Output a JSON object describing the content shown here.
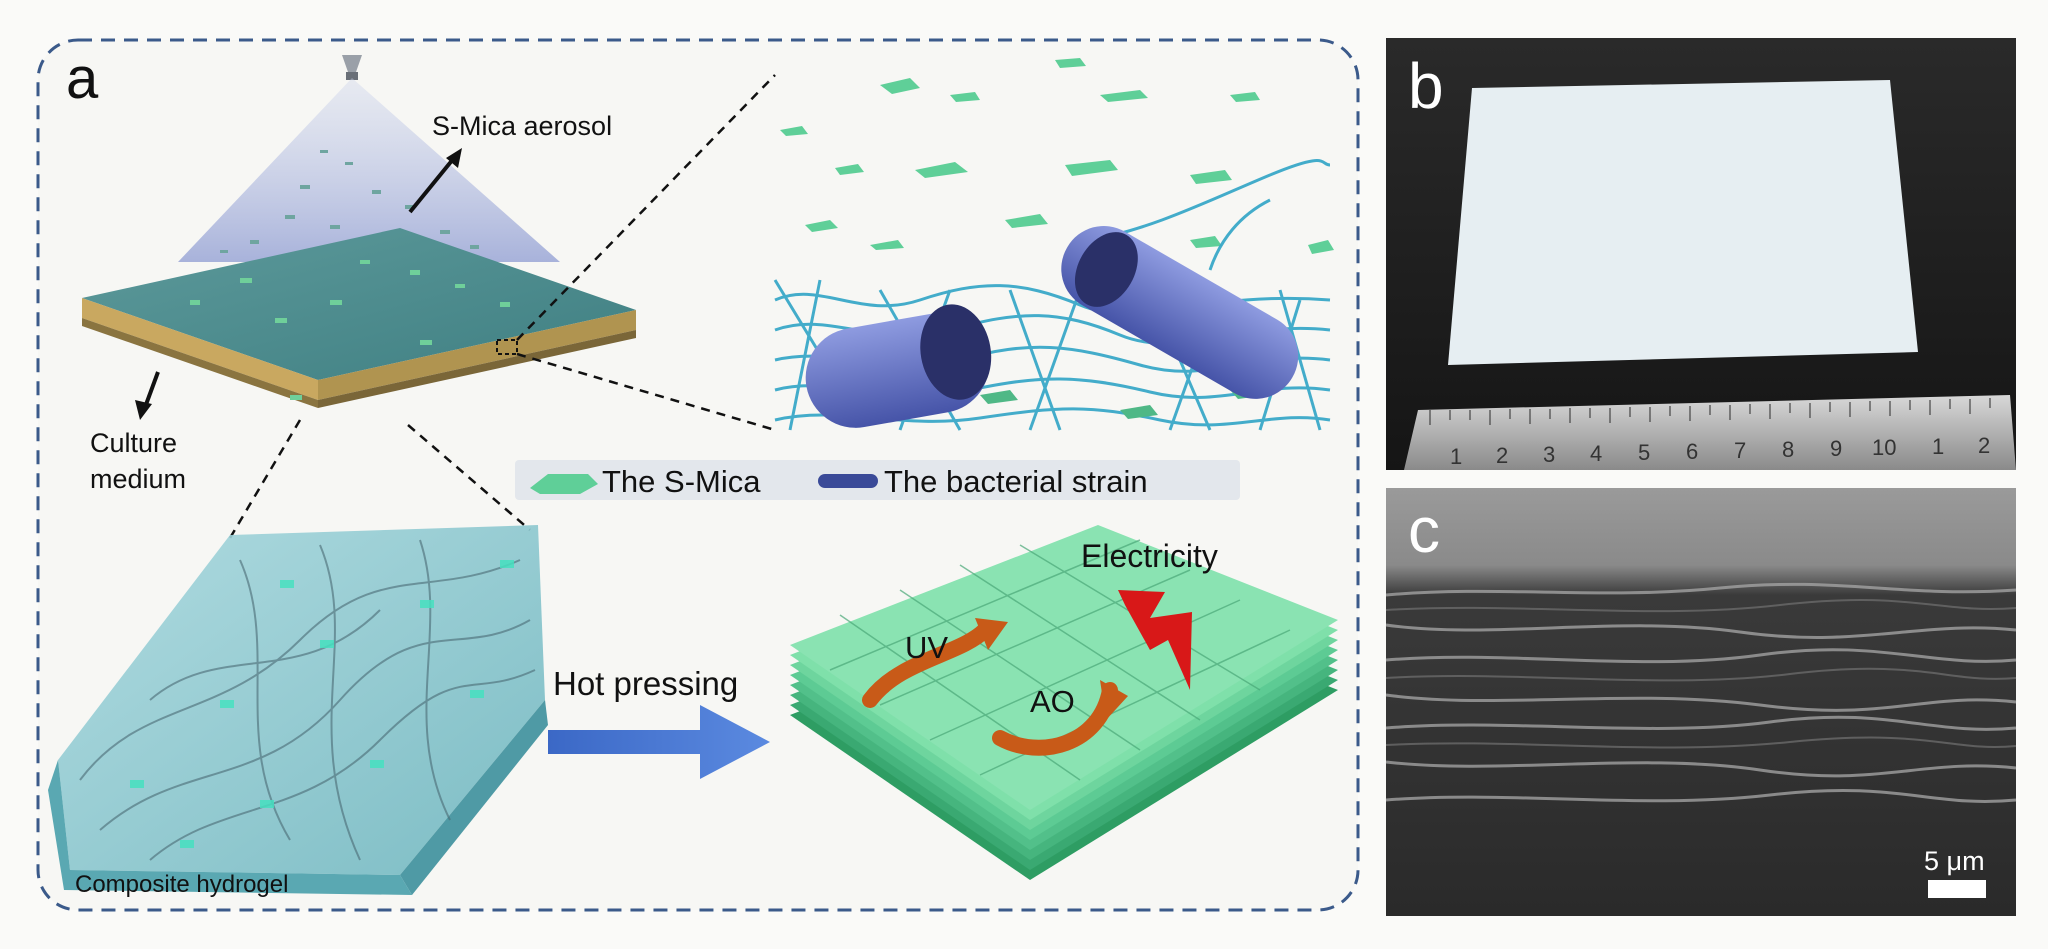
{
  "panels": {
    "a": {
      "letter": "a",
      "aerosol_label": "S-Mica aerosol",
      "culture_label_line1": "Culture",
      "culture_label_line2": "medium",
      "legend": {
        "mica_label": "The S-Mica",
        "bacteria_label": "The bacterial strain"
      },
      "hot_pressing_label": "Hot pressing",
      "electricity_label": "Electricity",
      "uv_label": "UV",
      "ao_label": "AO",
      "hydrogel_label": "Composite hydrogel"
    },
    "b": {
      "letter": "b",
      "ruler_numbers": [
        "1",
        "2",
        "3",
        "4",
        "5",
        "6",
        "7",
        "8",
        "9",
        "10",
        "1",
        "2"
      ]
    },
    "c": {
      "letter": "c",
      "scale_bar_label": "5 μm"
    }
  },
  "colors": {
    "frame_dash": "#3b5a8a",
    "mica_green": "#5fcf98",
    "culture_gold": "#c9a860",
    "slab_teal": "#4a8a8c",
    "bacteria_blue": "#4a5aa8",
    "fiber_blue": "#3aa8c8",
    "arrow_blue": "#4a78d0",
    "uv_orange": "#c85a18",
    "bolt_red": "#d81818"
  }
}
